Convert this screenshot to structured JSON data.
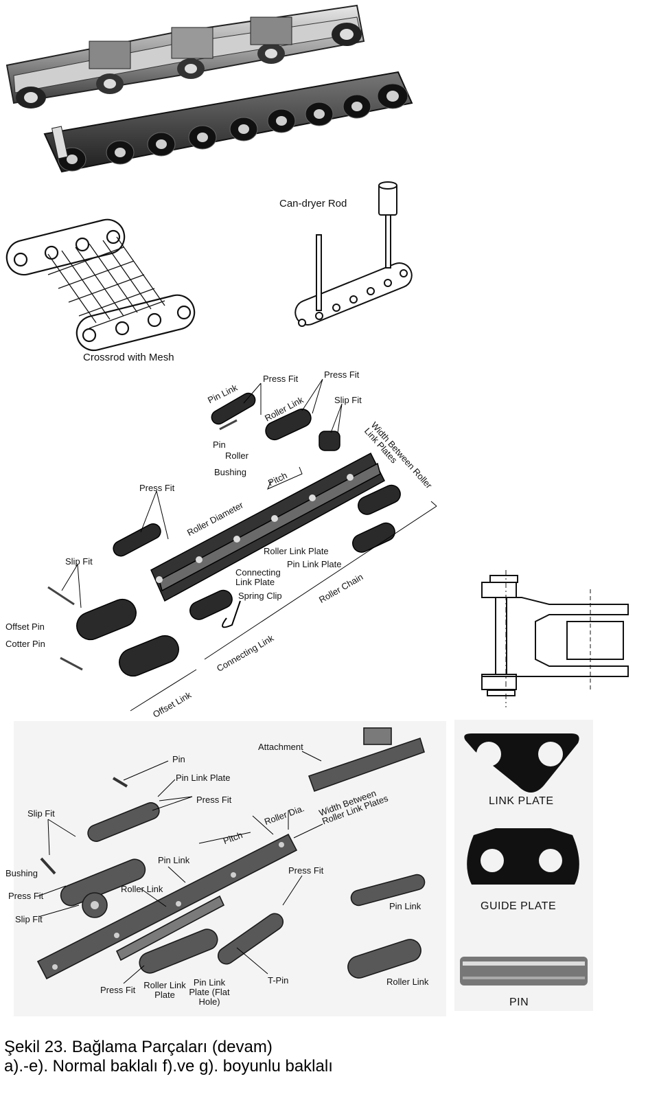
{
  "figure_a": {
    "labels": {
      "can_dryer_rod": "Can-dryer Rod",
      "crossrod_mesh": "Crossrod with Mesh"
    }
  },
  "figure_b": {
    "labels": {
      "pin_link": "Pin Link",
      "press_fit_1": "Press Fit",
      "press_fit_2": "Press Fit",
      "roller_link": "Roller Link",
      "slip_fit_1": "Slip Fit",
      "width_between": "Width Between Roller Link Plates",
      "pin": "Pin",
      "roller": "Roller",
      "bushing": "Bushing",
      "pitch": "Pitch",
      "press_fit_3": "Press Fit",
      "roller_diameter": "Roller Diameter",
      "slip_fit_2": "Slip Fit",
      "roller_link_plate": "Roller Link Plate",
      "pin_link_plate": "Pin Link Plate",
      "connecting_link_plate": "Connecting Link Plate",
      "spring_clip": "Spring Clip",
      "roller_chain": "Roller Chain",
      "offset_pin": "Offset Pin",
      "cotter_pin": "Cotter Pin",
      "connecting_link": "Connecting Link",
      "offset_link": "Offset Link"
    }
  },
  "figure_c": {
    "labels": {
      "pin": "Pin",
      "attachment": "Attachment",
      "pin_link_plate": "Pin Link Plate",
      "press_fit_1": "Press Fit",
      "slip_fit_1": "Slip Fit",
      "roller_dia": "Roller Dia.",
      "width_between": "Width Between Roller Link Plates",
      "pitch": "Pitch",
      "pin_link": "Pin Link",
      "bushing": "Bushing",
      "press_fit_2": "Press Fit",
      "press_fit_3": "Press Fit",
      "roller_link": "Roller Link",
      "slip_fit_2": "Slip Fit",
      "pin_link_small": "Pin Link",
      "press_fit_4": "Press Fit",
      "roller_link_plate": "Roller Link Plate",
      "pin_link_plate_flat": "Pin Link Plate (Flat Hole)",
      "t_pin": "T-Pin",
      "roller_link_small": "Roller Link"
    }
  },
  "parts_panel": {
    "link_plate": "LINK PLATE",
    "guide_plate": "GUIDE PLATE",
    "pin": "PIN"
  },
  "caption": {
    "line1": "Şekil 23. Bağlama Parçaları  (devam)",
    "line2": "a).-e). Normal baklalı f).ve g). boyunlu baklalı"
  }
}
